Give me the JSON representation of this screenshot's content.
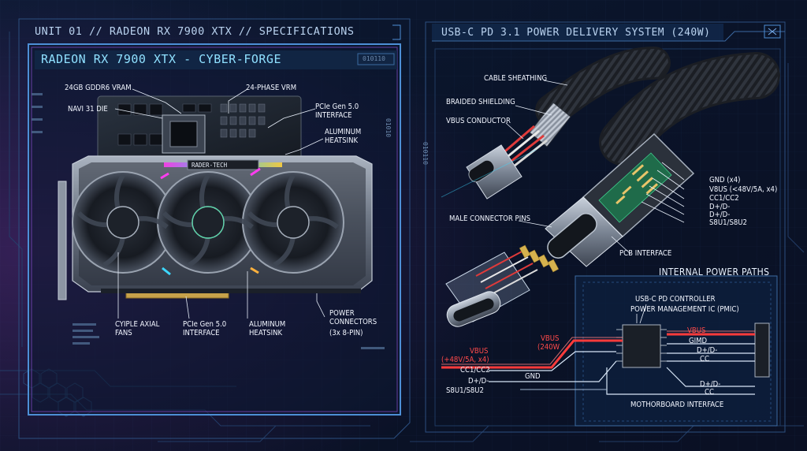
{
  "left_panel": {
    "header": "UNIT 01 // RADEON RX 7900 XTX // SPECIFICATIONS",
    "title": "RADEON RX 7900 XTX - CYBER-FORGE",
    "code": "010110",
    "brand": "RADER-TECH",
    "side_code": "01010",
    "labels": {
      "vram": "24GB GDDR6 VRAM",
      "vrm": "24-PHASE VRM",
      "die": "NAVI 31 DIE",
      "pcie_top_1": "PCIe Gen 5.0",
      "pcie_top_2": "INTERFACE",
      "heatsink_top_1": "ALUMINUM",
      "heatsink_top_2": "HEATSINK",
      "fans_1": "CYIPLE AXIAL",
      "fans_2": "FANS",
      "pcie_bottom_1": "PCIe Gen 5.0",
      "pcie_bottom_2": "INTERFACE",
      "heatsink_bottom_1": "ALUMINUM",
      "heatsink_bottom_2": "HEATSINK",
      "power_1": "POWER",
      "power_2": "CONNECTORS",
      "power_3": "(3x 8-PIN)"
    }
  },
  "right_panel": {
    "header": "USB-C PD 3.1 POWER DELIVERY SYSTEM (240W)",
    "side_code": "010110",
    "labels": {
      "sheathing": "CABLE SHEATHING",
      "shielding": "BRAIDED SHIELDING",
      "vbus_conductor": "VBUS CONDUCTOR",
      "gnd_top": "GND (x4)",
      "vbus_top": "V8US (<48V/5A, x4)",
      "cc_top": "CC1/CC2",
      "dpdm_1": "D+/D-",
      "dpdm_2": "D+/D-",
      "sbu_top": "S8U1/S8U2",
      "male_pins": "MALE CONNECTOR PINS",
      "pcb_interface": "PCB INTERFACE",
      "internal_paths": "INTERNAL POWER PATHS",
      "pd_controller": "USB-C PD CONTROLLER",
      "pmic": "POWER MANAGEMENT IC (PMIC)",
      "vbus_240_1": "VBUS",
      "vbus_240_2": "(240W",
      "vbus_left_1": "VBUS",
      "vbus_left_2": "(+48V/5A, x4)",
      "cc_left": "CC1/CC2",
      "gnd_mid": "GND",
      "dpdm_left": "D+/D-",
      "sbu_left": "S8U1/S8U2",
      "vbus_right": "VBUS",
      "gimd": "GIMD",
      "dpdm_right": "D+/D-",
      "cc_right": "CC",
      "dpdm_bottom": "D+/D-",
      "cc_bottom": "CC",
      "motherboard": "MOTHORBOARD INTERFACE"
    }
  },
  "colors": {
    "background": "#0a1224",
    "panel_border": "#4d8fd6",
    "accent_red": "#ff3b3b",
    "pcb_green": "#1f6b4a",
    "metal": "#7d8796"
  }
}
